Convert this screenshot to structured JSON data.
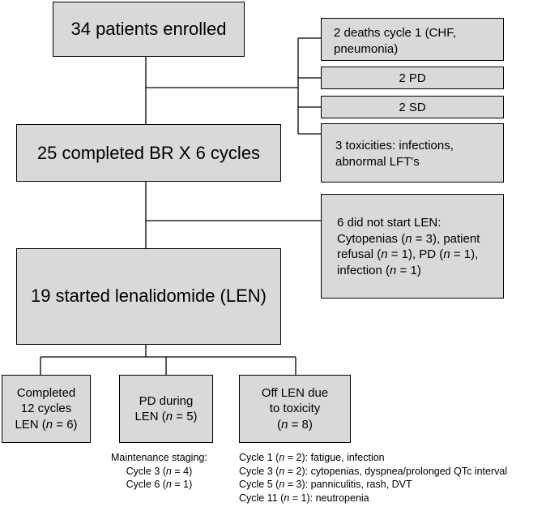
{
  "diagram": {
    "enrolled": "34 patients enrolled",
    "completed_br": "25 completed BR X 6 cycles",
    "started_len": "19 started lenalidomide (LEN)",
    "exclusions_enroll": [
      "2 deaths cycle 1 (CHF, pneumonia)",
      "2 PD",
      "2 SD",
      "3 toxicities: infections, abnormal LFT's"
    ],
    "no_start_len": {
      "head": "6 did not start LEN:",
      "l1_a": "Cytopenias (",
      "n": "n",
      "l1_b": " = 3), patient",
      "l2_a": "refusal (",
      "l2_b": " = 1), PD (",
      "l2_c": " = 1),",
      "l3_a": "infection (",
      "l3_b": " = 1)"
    },
    "outcomes": {
      "completed": {
        "l1": "Completed",
        "l2": "12 cycles",
        "l3a": "LEN (",
        "n": "n",
        "l3b": " = 6)"
      },
      "pd": {
        "l1": "PD during",
        "l2a": "LEN (",
        "n": "n",
        "l2b": " = 5)"
      },
      "off": {
        "l1": "Off LEN due",
        "l2": "to toxicity",
        "l3a": "(",
        "n": "n",
        "l3b": " = 8)"
      }
    },
    "maintenance": {
      "title": "Maintenance staging:",
      "items": [
        {
          "a": "Cycle 3 (",
          "n": "n",
          "b": " = 4)"
        },
        {
          "a": "Cycle 6 (",
          "n": "n",
          "b": " = 1)"
        }
      ]
    },
    "toxicity": [
      {
        "a": "Cycle 1 (",
        "n": "n",
        "b": " = 2): fatigue, infection"
      },
      {
        "a": "Cycle 3 (",
        "n": "n",
        "b": " = 2): cytopenias, dyspnea/prolonged QTc interval"
      },
      {
        "a": "Cycle 5 (",
        "n": "n",
        "b": " = 3): panniculitis, rash, DVT"
      },
      {
        "a": "Cycle 11 (",
        "n": "n",
        "b": " = 1): neutropenia"
      }
    ]
  }
}
